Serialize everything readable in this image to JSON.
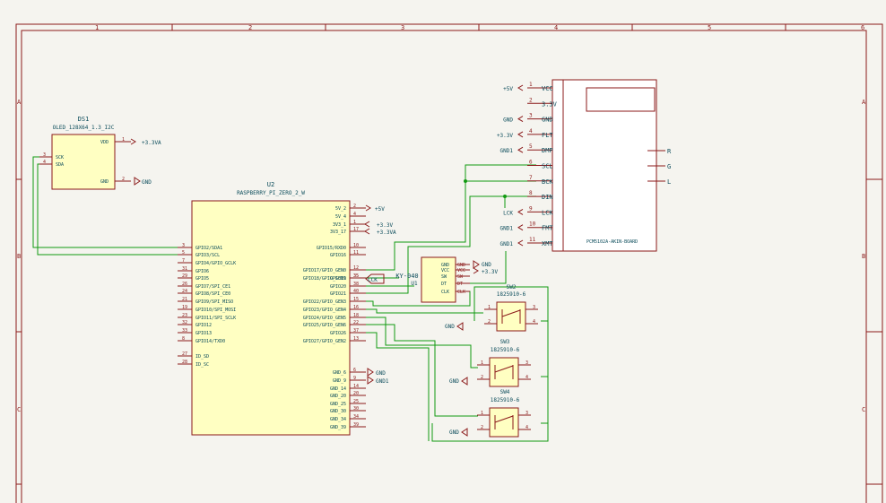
{
  "frame": {
    "columns": [
      "1",
      "2",
      "3",
      "4",
      "5",
      "6"
    ],
    "rows": [
      "A",
      "B",
      "C"
    ]
  },
  "ds1": {
    "ref": "DS1",
    "value": "OLED_128X64_1.3_I2C",
    "pins": [
      {
        "num": "3",
        "name": "SCK"
      },
      {
        "num": "4",
        "name": "SDA"
      },
      {
        "num": "1",
        "name": "VDD"
      },
      {
        "num": "2",
        "name": "GND"
      }
    ]
  },
  "u2": {
    "ref": "U2",
    "value": "RASPBERRY_PI_ZERO_2_W",
    "left_pins": [
      {
        "num": "3",
        "name": "GPIO2/SDA1"
      },
      {
        "num": "5",
        "name": "GPIO3/SCL"
      },
      {
        "num": "7",
        "name": "GPIO4/GPIO_GCLK"
      },
      {
        "num": "31",
        "name": "GPIO6"
      },
      {
        "num": "29",
        "name": "GPIO5"
      },
      {
        "num": "26",
        "name": "GPIO7/SPI_CE1"
      },
      {
        "num": "24",
        "name": "GPIO8/SPI_CE0"
      },
      {
        "num": "21",
        "name": "GPIO9/SPI_MISO"
      },
      {
        "num": "19",
        "name": "GPIO10/SPI_MOSI"
      },
      {
        "num": "23",
        "name": "GPIO11/SPI_SCLK"
      },
      {
        "num": "32",
        "name": "GPIO12"
      },
      {
        "num": "33",
        "name": "GPIO13"
      },
      {
        "num": "8",
        "name": "GPIO14/TXD0"
      },
      {
        "num": "27",
        "name": "ID_SD"
      },
      {
        "num": "28",
        "name": "ID_SC"
      }
    ],
    "right_pins_top": [
      {
        "num": "2",
        "name": "5V_2"
      },
      {
        "num": "4",
        "name": "5V_4"
      },
      {
        "num": "1",
        "name": "3V3_1"
      },
      {
        "num": "17",
        "name": "3V3_17"
      }
    ],
    "right_pins_gpio": [
      {
        "num": "10",
        "name": "GPIO15/RXD0"
      },
      {
        "num": "11",
        "name": "GPIO16"
      },
      {
        "num": "12",
        "name": "GPIO17/GPIO_GEN0"
      },
      {
        "num": "35",
        "name": "GPIO18/GPIO_GEN1"
      },
      {
        "num": "35",
        "name": "GPIO19"
      },
      {
        "num": "38",
        "name": "GPIO20"
      },
      {
        "num": "40",
        "name": "GPIO21"
      },
      {
        "num": "15",
        "name": "GPIO22/GPIO_GEN3"
      },
      {
        "num": "16",
        "name": "GPIO23/GPIO_GEN4"
      },
      {
        "num": "18",
        "name": "GPIO24/GPIO_GEN5"
      },
      {
        "num": "22",
        "name": "GPIO25/GPIO_GEN6"
      },
      {
        "num": "37",
        "name": "GPIO26"
      },
      {
        "num": "13",
        "name": "GPIO27/GPIO_GEN2"
      }
    ],
    "right_pins_gnd": [
      {
        "num": "6",
        "name": "GND_6"
      },
      {
        "num": "9",
        "name": "GND_9"
      },
      {
        "num": "14",
        "name": "GND_14"
      },
      {
        "num": "20",
        "name": "GND_20"
      },
      {
        "num": "25",
        "name": "GND_25"
      },
      {
        "num": "30",
        "name": "GND_30"
      },
      {
        "num": "34",
        "name": "GND_34"
      },
      {
        "num": "39",
        "name": "GND_39"
      }
    ]
  },
  "dac": {
    "value": "PCM5102A-AKIN-BOARD",
    "pins": [
      {
        "num": "1",
        "name": "VCC",
        "net": "+5V"
      },
      {
        "num": "2",
        "name": "3.3V",
        "net": ""
      },
      {
        "num": "3",
        "name": "GND",
        "net": "GND"
      },
      {
        "num": "4",
        "name": "FLT",
        "net": "+3.3V"
      },
      {
        "num": "5",
        "name": "DMP",
        "net": "GND1"
      },
      {
        "num": "6",
        "name": "SCL",
        "net": ""
      },
      {
        "num": "7",
        "name": "BCK",
        "net": ""
      },
      {
        "num": "8",
        "name": "DIN",
        "net": ""
      },
      {
        "num": "9",
        "name": "LCK",
        "net": "LCK"
      },
      {
        "num": "10",
        "name": "FMT",
        "net": "GND1"
      },
      {
        "num": "11",
        "name": "XMT",
        "net": "GND1"
      }
    ],
    "right_pins": [
      "R",
      "G",
      "L"
    ]
  },
  "u1": {
    "ref": "U1",
    "value": "KY-040",
    "pins": [
      "GND",
      "VCC",
      "SW",
      "DT",
      "CLK"
    ],
    "nets": [
      "GND",
      "+3.3V"
    ]
  },
  "switches": [
    {
      "ref": "SW2",
      "value": "1825910-6"
    },
    {
      "ref": "SW3",
      "value": "1825910-6"
    },
    {
      "ref": "SW4",
      "value": "1825910-6"
    }
  ],
  "nets": {
    "p33va": "+3.3VA",
    "gnd": "GND",
    "gnd1": "GND1",
    "p5v": "+5V",
    "p33v": "+3.3V",
    "lck": "LCK"
  },
  "colors": {
    "body": "#ffffc2",
    "outline": "#8b1a1a",
    "text": "#0a4b5a",
    "wire": "#119a11",
    "background": "#f5f4ef"
  }
}
